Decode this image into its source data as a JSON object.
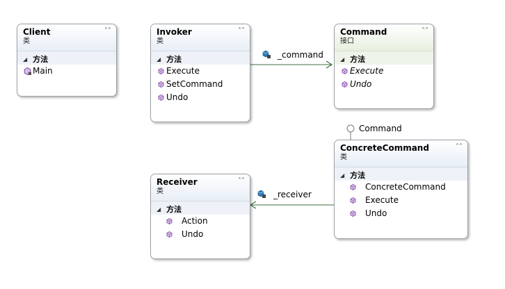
{
  "section_label": "方法",
  "classes": {
    "client": {
      "name": "Client",
      "kind": "类",
      "methods": [
        "Main"
      ]
    },
    "invoker": {
      "name": "Invoker",
      "kind": "类",
      "methods": [
        "Execute",
        "SetCommand",
        "Undo"
      ]
    },
    "command": {
      "name": "Command",
      "kind": "接口",
      "methods": [
        "Execute",
        "Undo"
      ]
    },
    "concrete": {
      "name": "ConcreteCommand",
      "kind": "类",
      "methods": [
        "ConcreteCommand",
        "Execute",
        "Undo"
      ]
    },
    "receiver": {
      "name": "Receiver",
      "kind": "类",
      "methods": [
        "Action",
        "Undo"
      ]
    }
  },
  "associations": {
    "command_field": "_command",
    "receiver_field": "_receiver"
  },
  "interface_lollipop": "Command",
  "colors": {
    "line": "#3f6e3f",
    "method_icon": "#8a4fb0",
    "header_blue": "#e8eef7",
    "header_green": "#e6f0df"
  }
}
